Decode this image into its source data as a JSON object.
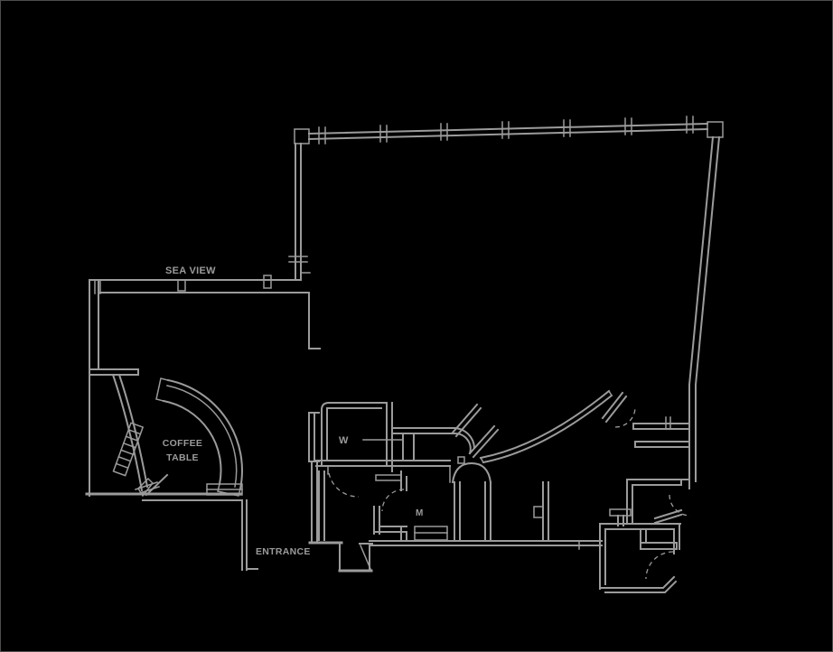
{
  "theme": {
    "background": "#000000",
    "line_color": "#9b9b9b",
    "border_color": "#4d4d4d"
  },
  "floor_plan": {
    "labels": {
      "sea_view": "SEA VIEW",
      "coffee_table_line1": "COFFEE",
      "coffee_table_line2": "TABLE",
      "entrance": "ENTRANCE",
      "womens_washroom": "W",
      "mens_washroom": "M"
    }
  }
}
